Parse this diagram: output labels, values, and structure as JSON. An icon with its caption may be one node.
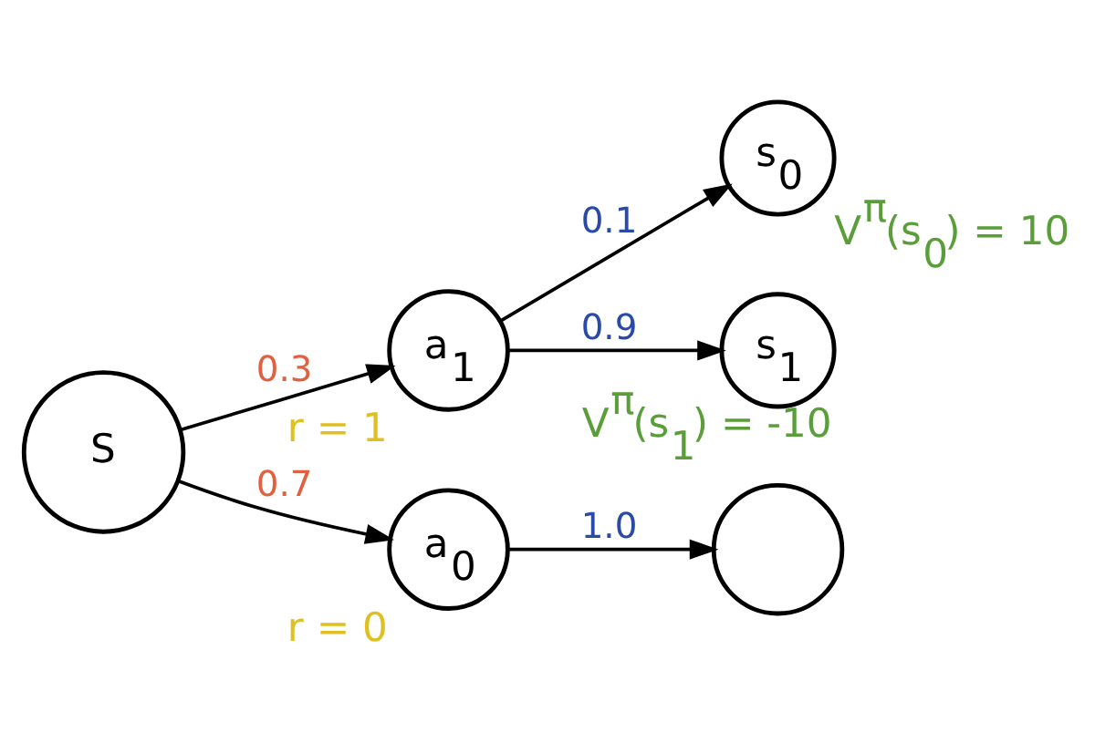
{
  "diagram": {
    "nodes": [
      {
        "text": [
          "s$_{0}$"
        ],
        "beside": [
          "V$^{π}$(s$_{0}$) = 10"
        ]
      },
      {
        "text": [
          "s$_{1}$"
        ],
        "beside": [
          "V$^{π}$(s$_{1}$) = -10"
        ]
      },
      {
        "text": [
          "a$_{1}$"
        ],
        "beside": [
          "r = 1"
        ]
      },
      {
        "text": [],
        "shape": "circle"
      },
      {
        "text": [
          "a$_{0}$"
        ],
        "beside": [
          "r = 0"
        ]
      },
      {
        "text": [
          "S"
        ]
      }
    ],
    "edges": [
      {
        "from": 2,
        "to": 0,
        "arrow": "to",
        "label": "0.1"
      },
      {
        "from": 2,
        "to": 1,
        "arrow": "to",
        "label": "0.9"
      },
      {
        "from": 5,
        "to": 2,
        "arrow": "to",
        "label": "0.3"
      },
      {
        "from": 4,
        "to": 3,
        "arrow": "to",
        "label": "1.0"
      },
      {
        "from": 5,
        "to": 4,
        "arrow": "to",
        "label": "0.7"
      }
    ]
  }
}
